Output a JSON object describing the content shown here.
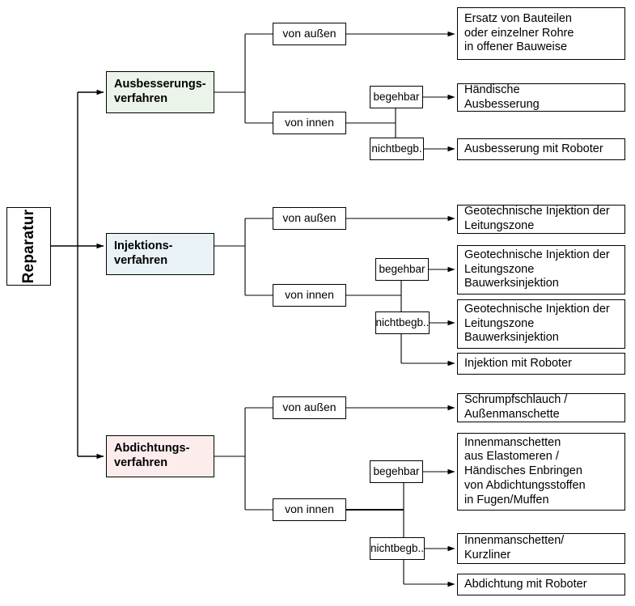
{
  "diagram": {
    "title": "Reparatur",
    "type": "tree-flowchart",
    "colors": {
      "ausbesserung_fill": "#eaf4e8",
      "injektion_fill": "#e8f2f7",
      "abdichtung_fill": "#fcecec",
      "box_border": "#000000",
      "line": "#000000",
      "background": "#ffffff"
    },
    "root": {
      "label": "Reparatur"
    },
    "branches": [
      {
        "id": "ausbesserung",
        "label": "Ausbesserungs-\nverfahren",
        "fill": "#eaf4e8",
        "access": [
          {
            "id": "aussen",
            "label": "von außen",
            "sub": [],
            "results": [
              "Ersatz von Bauteilen\noder einzelner Rohre\n in offener Bauweise"
            ]
          },
          {
            "id": "innen",
            "label": "von innen",
            "sub": [
              {
                "id": "begehbar",
                "label": "begehbar",
                "results": [
                  "Händische\nAusbesserung"
                ]
              },
              {
                "id": "nichtbegehbar",
                "label": "nichtbegb.",
                "results": [
                  "Ausbesserung mit Roboter"
                ]
              }
            ],
            "results": []
          }
        ]
      },
      {
        "id": "injektion",
        "label": "Injektions-\nverfahren",
        "fill": "#e8f2f7",
        "access": [
          {
            "id": "aussen",
            "label": "von außen",
            "sub": [],
            "results": [
              "Geotechnische Injektion  der\nLeitungszone"
            ]
          },
          {
            "id": "innen",
            "label": "von innen",
            "sub": [
              {
                "id": "begehbar",
                "label": "begehbar",
                "results": [
                  "Geotechnische Injektion  der\nLeitungszone\nBauwerksinjektion"
                ]
              },
              {
                "id": "nichtbegehbar",
                "label": "nichtbegb..",
                "results": [
                  "Geotechnische Injektion  der\nLeitungszone\nBauwerksinjektion",
                  "Injektion  mit Roboter"
                ]
              }
            ],
            "results": []
          }
        ]
      },
      {
        "id": "abdichtung",
        "label": "Abdichtungs-\nverfahren",
        "fill": "#fcecec",
        "access": [
          {
            "id": "aussen",
            "label": "von außen",
            "sub": [],
            "results": [
              "Schrumpfschlauch /\nAußenmanschette"
            ]
          },
          {
            "id": "innen",
            "label": "von innen",
            "sub": [
              {
                "id": "begehbar",
                "label": "begehbar",
                "results": [
                  "Innenmanschetten\naus Elastomeren /\nHändisches Enbringen\nvon Abdichtungsstoffen\nin Fugen/Muffen"
                ]
              },
              {
                "id": "nichtbegehbar",
                "label": "nichtbegb..",
                "results": [
                  "Innenmanschetten/\nKurzliner",
                  "Abdichtung  mit Roboter"
                ]
              }
            ],
            "results": []
          }
        ]
      }
    ],
    "nodes": {
      "root": "Reparatur",
      "cat1": "Ausbesserungs-\nverfahren",
      "cat2": "Injektions-\nverfahren",
      "cat3": "Abdichtungs-\nverfahren",
      "a1_aussen": "von außen",
      "a1_innen": "von innen",
      "a1_begehbar": "begehbar",
      "a1_nichtbeg": "nichtbegb.",
      "a1_r1": "Ersatz von Bauteilen\noder einzelner Rohre\n in offener Bauweise",
      "a1_r2": "Händische\nAusbesserung",
      "a1_r3": "Ausbesserung mit Roboter",
      "a2_aussen": "von außen",
      "a2_innen": "von innen",
      "a2_begehbar": "begehbar",
      "a2_nichtbeg": "nichtbegb..",
      "a2_r1": "Geotechnische Injektion  der\nLeitungszone",
      "a2_r2": "Geotechnische Injektion  der\nLeitungszone\nBauwerksinjektion",
      "a2_r3": "Geotechnische Injektion  der\nLeitungszone\nBauwerksinjektion",
      "a2_r4": "Injektion  mit Roboter",
      "a3_aussen": "von außen",
      "a3_innen": "von innen",
      "a3_begehbar": "begehbar",
      "a3_nichtbeg": "nichtbegb..",
      "a3_r1": "Schrumpfschlauch /\nAußenmanschette",
      "a3_r2": "Innenmanschetten\naus Elastomeren /\nHändisches Enbringen\nvon Abdichtungsstoffen\nin Fugen/Muffen",
      "a3_r3": "Innenmanschetten/\nKurzliner",
      "a3_r4": "Abdichtung  mit Roboter"
    }
  }
}
